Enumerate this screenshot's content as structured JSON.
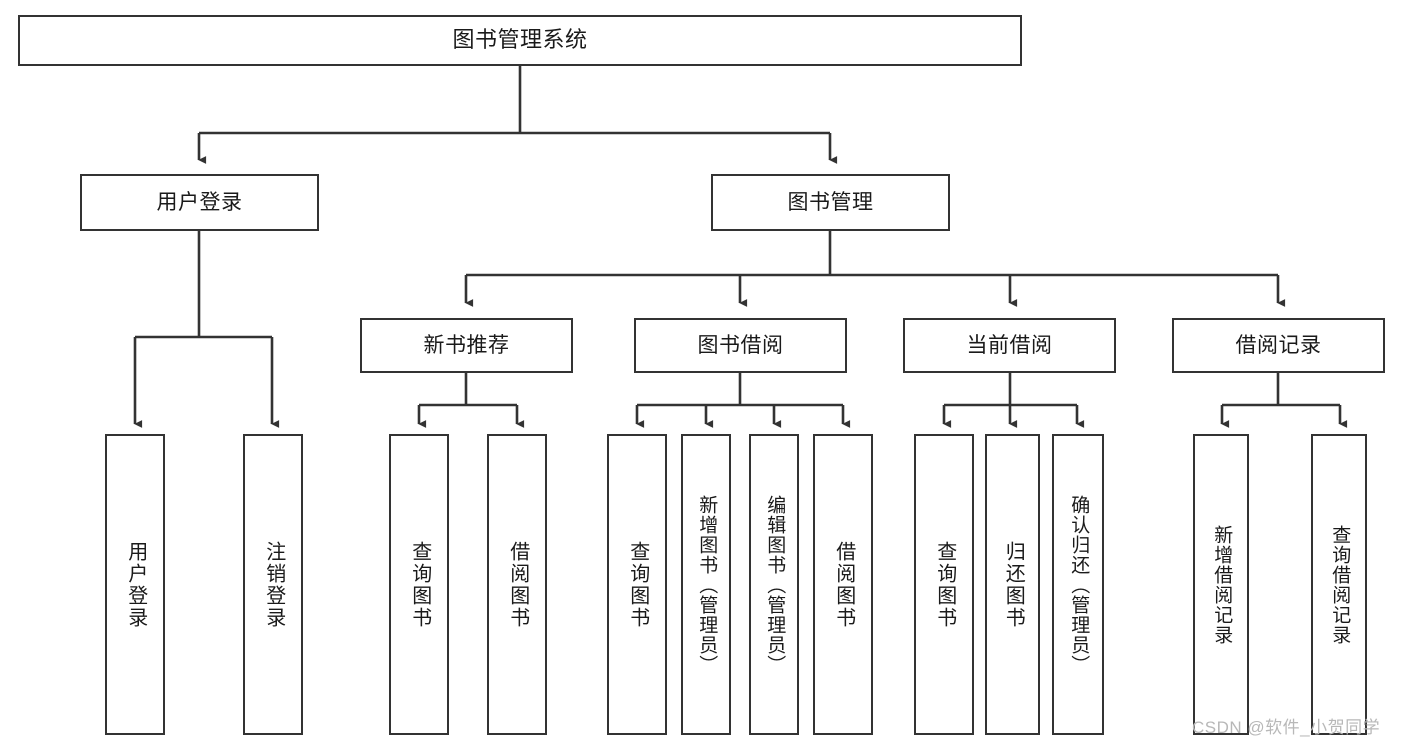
{
  "diagram": {
    "type": "tree",
    "title": "图书管理系统",
    "orientation": "top-down",
    "colors": {
      "box_border": "#333333",
      "box_fill": "#ffffff",
      "connector": "#333333",
      "text": "#1a1a1a",
      "watermark": "#b8b8b8"
    },
    "root": {
      "label": "图书管理系统"
    },
    "level2": [
      {
        "id": "user-login",
        "label": "用户登录"
      },
      {
        "id": "book-manage",
        "label": "图书管理"
      }
    ],
    "level3": [
      {
        "id": "new-book-recommend",
        "label": "新书推荐"
      },
      {
        "id": "book-borrow",
        "label": "图书借阅"
      },
      {
        "id": "current-borrow",
        "label": "当前借阅"
      },
      {
        "id": "borrow-record",
        "label": "借阅记录"
      }
    ],
    "leaves": {
      "user_login": [
        {
          "id": "leaf-user-login",
          "label": "用户登录"
        },
        {
          "id": "leaf-logout",
          "label": "注销登录"
        }
      ],
      "new_book_recommend": [
        {
          "id": "leaf-query-book-1",
          "label": "查询图书"
        },
        {
          "id": "leaf-borrow-book-1",
          "label": "借阅图书"
        }
      ],
      "book_borrow": [
        {
          "id": "leaf-query-book-2",
          "label": "查询图书"
        },
        {
          "id": "leaf-add-book-admin",
          "label": "新增图书（管理员）"
        },
        {
          "id": "leaf-edit-book-admin",
          "label": "编辑图书（管理员）"
        },
        {
          "id": "leaf-borrow-book-2",
          "label": "借阅图书"
        }
      ],
      "current_borrow": [
        {
          "id": "leaf-query-book-3",
          "label": "查询图书"
        },
        {
          "id": "leaf-return-book",
          "label": "归还图书"
        },
        {
          "id": "leaf-confirm-return-admin",
          "label": "确认归还（管理员）"
        }
      ],
      "borrow_record": [
        {
          "id": "leaf-add-borrow-record",
          "label": "新增借阅记录"
        },
        {
          "id": "leaf-query-borrow-record",
          "label": "查询借阅记录"
        }
      ]
    }
  },
  "watermark": {
    "text": "CSDN @软件_小贺同学"
  }
}
